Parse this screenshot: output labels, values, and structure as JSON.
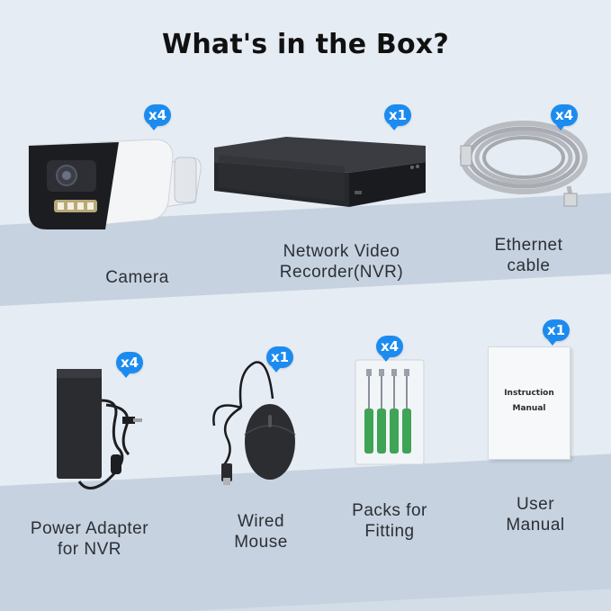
{
  "title": "What's in the Box?",
  "items": [
    {
      "name": "Camera",
      "label_lines": [
        "Camera"
      ],
      "quantity": "x4"
    },
    {
      "name": "NVR",
      "label_lines": [
        "Network Video",
        "Recorder(NVR)"
      ],
      "quantity": "x1"
    },
    {
      "name": "Ethernet cable",
      "label_lines": [
        "Ethernet",
        "cable"
      ],
      "quantity": "x4"
    },
    {
      "name": "Power Adapter",
      "label_lines": [
        "Power Adapter",
        "for NVR"
      ],
      "quantity": "x4"
    },
    {
      "name": "Wired Mouse",
      "label_lines": [
        "Wired",
        "Mouse"
      ],
      "quantity": "x1"
    },
    {
      "name": "Packs for Fitting",
      "label_lines": [
        "Packs for",
        "Fitting"
      ],
      "quantity": "x4"
    },
    {
      "name": "User Manual",
      "label_lines": [
        "User",
        "Manual"
      ],
      "quantity": "x1"
    }
  ],
  "manual_cover": [
    "Instruction",
    "Manual"
  ],
  "colors": {
    "badge": "#1c8bf0",
    "background_light": "#e6ecf3",
    "background_band": "#c6d2df"
  }
}
